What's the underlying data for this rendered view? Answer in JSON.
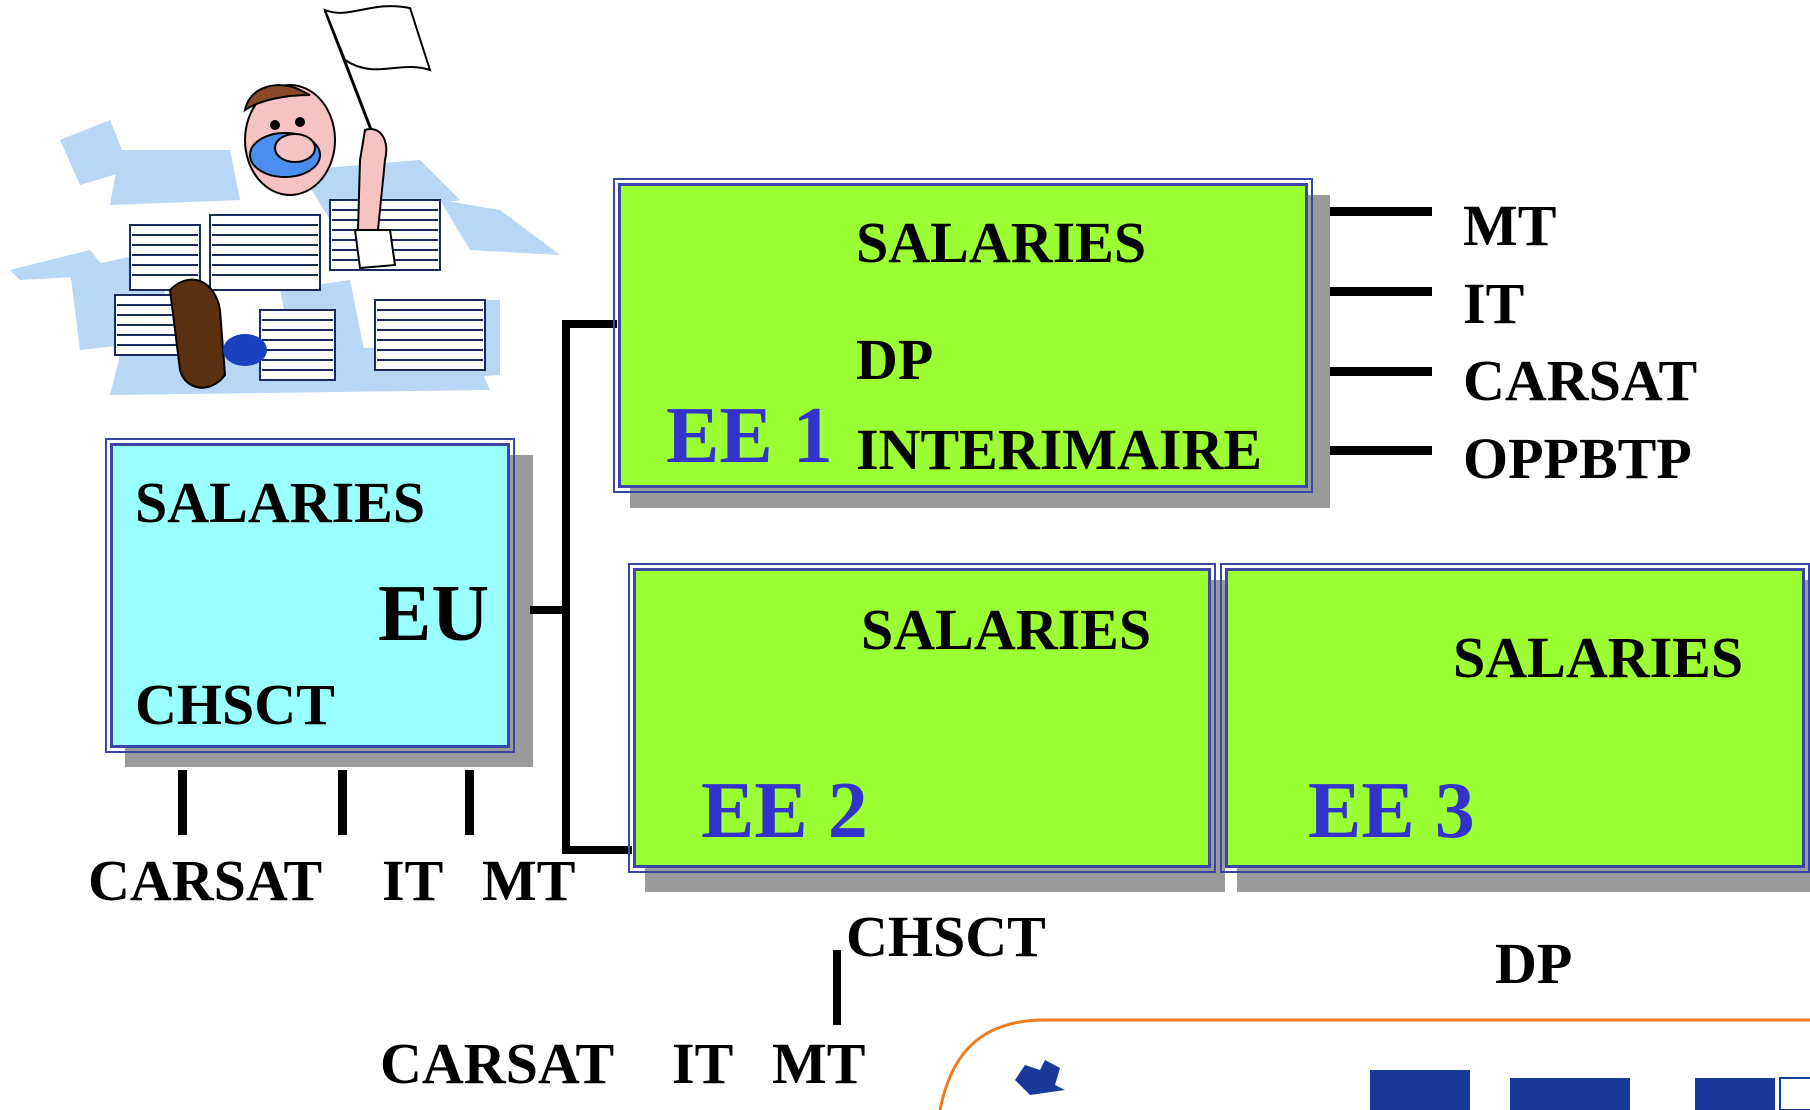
{
  "eu_box": {
    "label_top": "SALARIES",
    "label_big": "EU",
    "label_bottom": "CHSCT",
    "below": [
      "CARSAT",
      "IT",
      "MT"
    ]
  },
  "ee1_box": {
    "title": "EE 1",
    "rows": [
      "SALARIES",
      "DP",
      "INTERIMAIRE"
    ],
    "right_labels": [
      "MT",
      "IT",
      "CARSAT",
      "OPPBTP"
    ]
  },
  "ee2_box": {
    "title": "EE 2",
    "rows": [
      "SALARIES"
    ],
    "below_label": "CHSCT",
    "bottom_labels": [
      "CARSAT",
      "IT",
      "MT"
    ]
  },
  "ee3_box": {
    "title": "EE 3",
    "rows": [
      "SALARIES"
    ],
    "below_label": "DP"
  },
  "colors": {
    "green_fill": "#9cff33",
    "cyan_fill": "#99ffff",
    "border_blue": "#3a46a8",
    "ee_text": "#3333cc"
  },
  "icons": [
    "clipart-man-with-white-flag-on-paper-pile",
    "partner-logos-strip"
  ]
}
